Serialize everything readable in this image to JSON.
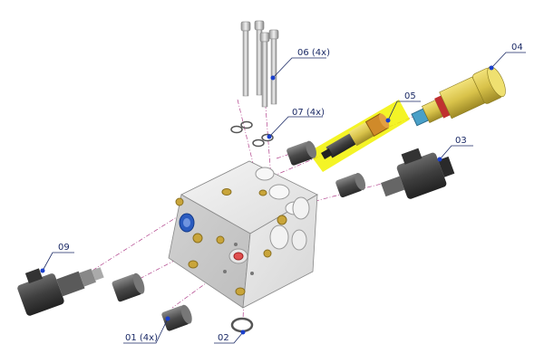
{
  "callouts": [
    {
      "id": "01",
      "label": "01 (4x)"
    },
    {
      "id": "02",
      "label": "02"
    },
    {
      "id": "03",
      "label": "03"
    },
    {
      "id": "04",
      "label": "04"
    },
    {
      "id": "05",
      "label": "05"
    },
    {
      "id": "06",
      "label": "06 (4x)"
    },
    {
      "id": "07",
      "label": "07 (4x)"
    },
    {
      "id": "09",
      "label": "09"
    }
  ],
  "colors": {
    "callout_text": "#1b2a66",
    "callout_dot": "#1a3fcc",
    "highlight": "#f2f200",
    "assembly_axis": "#b0408a",
    "block_face": "#e4e4e4",
    "cartridge_yellow": "#d8c24a",
    "cartridge_orange": "#d08a2a",
    "dark_parts": "#3e3e3e",
    "blue_plug": "#2a5bbf"
  }
}
